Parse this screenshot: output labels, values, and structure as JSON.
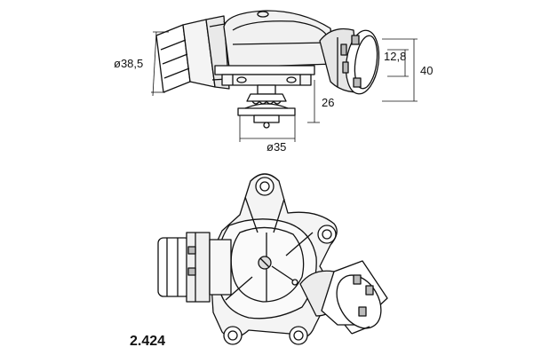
{
  "dimensions": {
    "inlet_diameter": "ø38,5",
    "outlet_offset": "12,8",
    "outlet_height": "40",
    "stem_height": "26",
    "valve_diameter": "ø35"
  },
  "part_number": "2.424"
}
